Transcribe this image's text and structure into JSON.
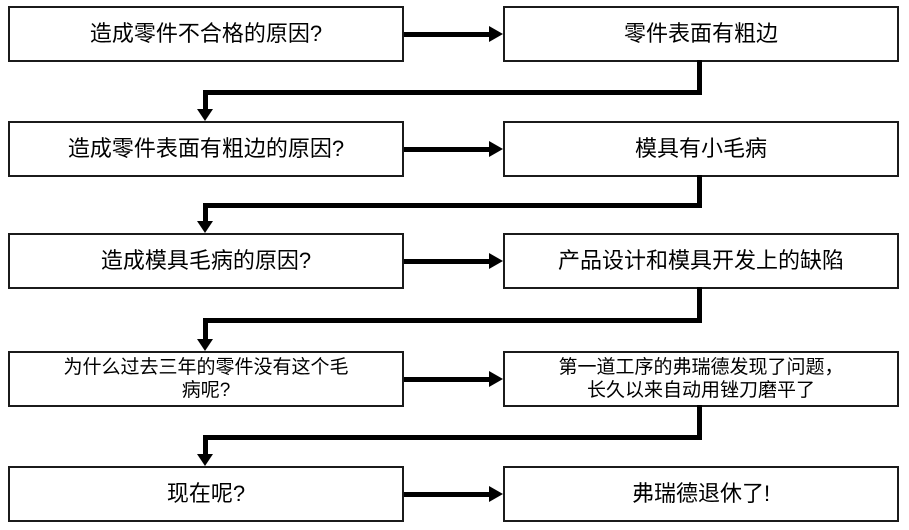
{
  "diagram": {
    "type": "five-whys-flowchart",
    "colors": {
      "background": "#ffffff",
      "box_border": "#1b1b1b",
      "arrow": "#000000",
      "text": "#000000"
    },
    "rows": [
      {
        "question": "造成零件不合格的原因?",
        "answer": "零件表面有粗边"
      },
      {
        "question": "造成零件表面有粗边的原因?",
        "answer": "模具有小毛病"
      },
      {
        "question": "造成模具毛病的原因?",
        "answer": "产品设计和模具开发上的缺陷"
      },
      {
        "question": "为什么过去三年的零件没有这个毛\n病呢?",
        "answer": "第一道工序的弗瑞德发现了问题，\n长久以来自动用锉刀磨平了"
      },
      {
        "question": "现在呢?",
        "answer": "弗瑞德退休了!"
      }
    ]
  }
}
